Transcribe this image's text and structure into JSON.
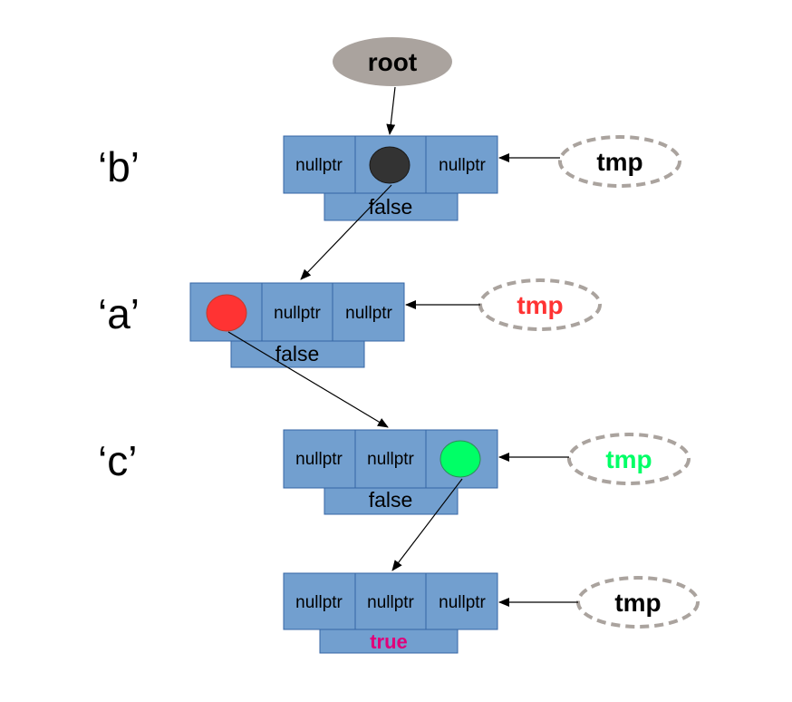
{
  "root": {
    "label": "root",
    "fill": "#aaa39e"
  },
  "colors": {
    "box_fill": "#729fcf",
    "box_stroke": "#3465a4",
    "dashed_stroke": "#aaa39e",
    "dot_dark": "#333333",
    "dot_red": "#ff3333",
    "dot_green": "#00ff66",
    "true_color": "#e0007a"
  },
  "nodes": [
    {
      "row_label": "‘b’",
      "cells": [
        "nullptr",
        "",
        "nullptr"
      ],
      "dot_cell": 1,
      "dot_color": "#333333",
      "flag": "false",
      "tmp": "tmp",
      "tmp_color": "#000000"
    },
    {
      "row_label": "‘a’",
      "cells": [
        "",
        "nullptr",
        "nullptr"
      ],
      "dot_cell": 0,
      "dot_color": "#ff3333",
      "flag": "false",
      "tmp": "tmp",
      "tmp_color": "#ff3333"
    },
    {
      "row_label": "‘c’",
      "cells": [
        "nullptr",
        "nullptr",
        ""
      ],
      "dot_cell": 2,
      "dot_color": "#00ff66",
      "flag": "false",
      "tmp": "tmp",
      "tmp_color": "#00ff66"
    },
    {
      "row_label": "",
      "cells": [
        "nullptr",
        "nullptr",
        "nullptr"
      ],
      "dot_cell": -1,
      "dot_color": "",
      "flag": "true",
      "tmp": "tmp",
      "tmp_color": "#000000"
    }
  ]
}
